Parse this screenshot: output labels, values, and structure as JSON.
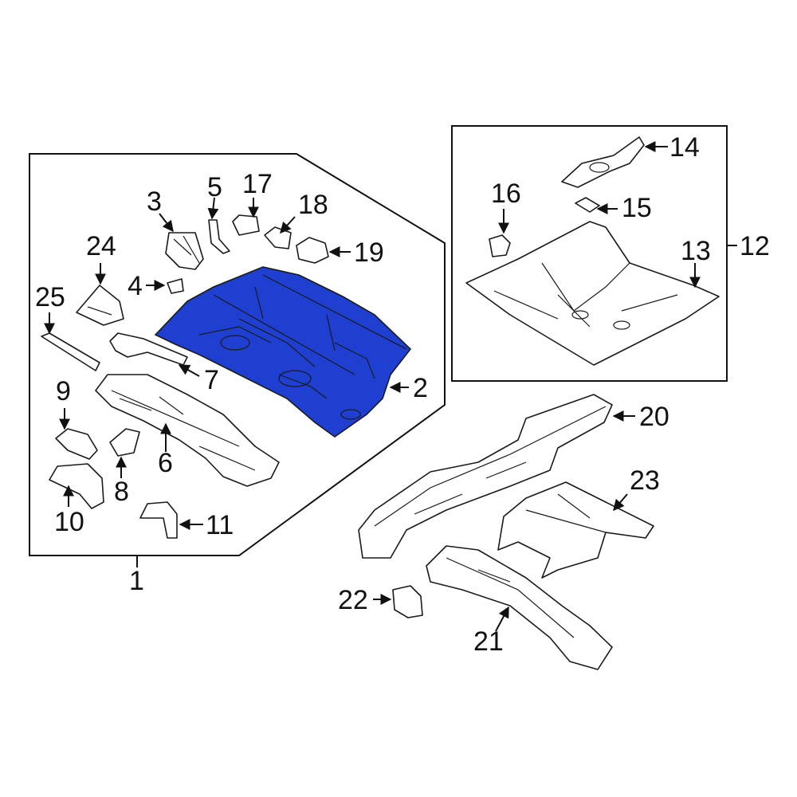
{
  "diagram": {
    "highlight_color": "#1f3fd1",
    "highlighted_part": "2",
    "labels": {
      "p1": "1",
      "p2": "2",
      "p3": "3",
      "p4": "4",
      "p5": "5",
      "p6": "6",
      "p7": "7",
      "p8": "8",
      "p9": "9",
      "p10": "10",
      "p11": "11",
      "p12": "12",
      "p13": "13",
      "p14": "14",
      "p15": "15",
      "p16": "16",
      "p17": "17",
      "p18": "18",
      "p19": "19",
      "p20": "20",
      "p21": "21",
      "p22": "22",
      "p23": "23",
      "p24": "24",
      "p25": "25"
    }
  }
}
